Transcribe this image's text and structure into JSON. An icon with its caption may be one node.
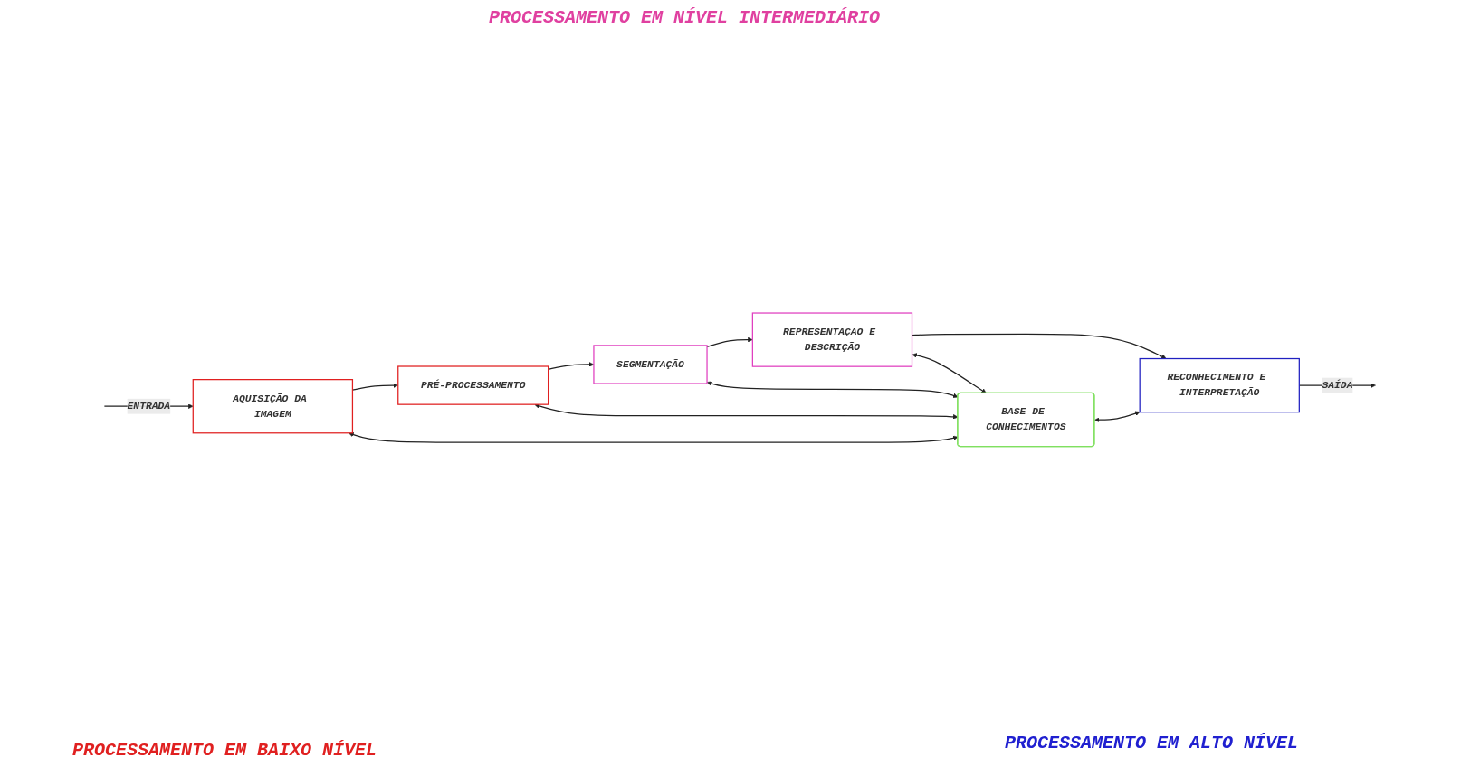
{
  "diagram": {
    "nodes": [
      {
        "text": [
          "AQUISIÇÃO DA IMAGEM"
        ]
      },
      {
        "text": [
          "PRÉ-PROCESSAMENTO"
        ]
      },
      {
        "text": [
          "SEGMENTAÇÃO"
        ]
      },
      {
        "text": [
          "REPRESENTAÇÃO E DESCRIÇÃO"
        ]
      },
      {
        "text": [
          "BASE DE CONHECIMENTOS"
        ]
      },
      {
        "text": [
          "RECONHECIMENTO E INTERPRETAÇÃO"
        ]
      }
    ],
    "edges": [
      {
        "from": null,
        "to": 0,
        "arrow": "to",
        "label": "ENTRADA"
      },
      {
        "from": 0,
        "to": 1,
        "arrow": "to"
      },
      {
        "from": 1,
        "to": 2,
        "arrow": "to"
      },
      {
        "from": 2,
        "to": 3,
        "arrow": "to"
      },
      {
        "from": 3,
        "to": 5,
        "arrow": "to"
      },
      {
        "from": 1,
        "to": 4,
        "arrow": "both"
      },
      {
        "from": 0,
        "to": 4,
        "arrow": "both"
      },
      {
        "from": 2,
        "to": 4,
        "arrow": "both"
      },
      {
        "from": 3,
        "to": 4,
        "arrow": "both"
      },
      {
        "from": 4,
        "to": 5,
        "arrow": "both"
      },
      {
        "from": 5,
        "to": null,
        "arrow": "to",
        "label": "SAÍDA"
      }
    ],
    "labels": [
      "PROCESSAMENTO EM NÍVEL INTERMEDIÁRIO",
      "PROCESSAMENTO EM BAIXO NÍVEL",
      "PROCESSAMENTO EM ALTO NÍVEL"
    ]
  }
}
